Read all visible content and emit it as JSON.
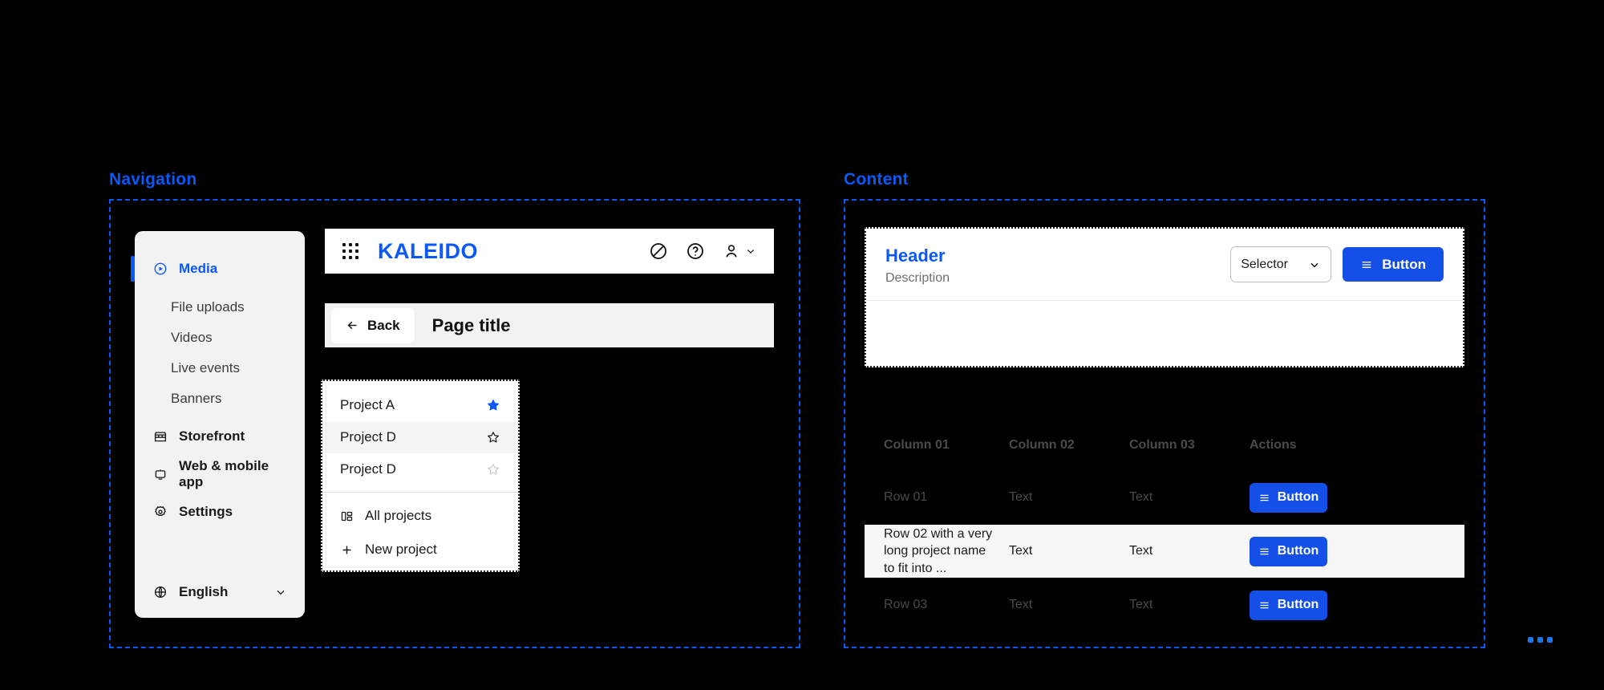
{
  "theme": {
    "background": "#000000",
    "accent_blue": "#0A58F5",
    "button_blue": "#1450E8",
    "panel_grey": "#F2F2F2"
  },
  "regions": [
    {
      "label": "Navigation"
    },
    {
      "label": "Content"
    }
  ],
  "sidebar": {
    "items": [
      {
        "label": "Media",
        "icon": "play-circle-icon",
        "level": "top",
        "active": true
      },
      {
        "label": "File uploads",
        "icon": "",
        "level": "sub",
        "active": false
      },
      {
        "label": "Videos",
        "icon": "",
        "level": "sub",
        "active": false
      },
      {
        "label": "Live events",
        "icon": "",
        "level": "sub",
        "active": false
      },
      {
        "label": "Banners",
        "icon": "",
        "level": "sub",
        "active": false
      },
      {
        "label": "Storefront",
        "icon": "store-icon",
        "level": "top",
        "active": false
      },
      {
        "label": "Web & mobile app",
        "icon": "device-icon",
        "level": "top",
        "active": false
      },
      {
        "label": "Settings",
        "icon": "gear-icon",
        "level": "top",
        "active": false
      }
    ],
    "language": {
      "label": "English",
      "icon": "globe-icon",
      "chevron": "chevron-down-icon"
    }
  },
  "topbar": {
    "apps_icon": "grid-apps-icon",
    "brand": "KALEIDO",
    "icons": [
      "no-entry-icon",
      "help-circle-icon",
      "user-icon",
      "chevron-down-icon"
    ]
  },
  "pagebar": {
    "back_label": "Back",
    "back_icon": "arrow-left-icon",
    "title": "Page title"
  },
  "project_menu": {
    "projects": [
      {
        "label": "Project A",
        "star": "star-filled-icon",
        "highlighted": false
      },
      {
        "label": "Project D",
        "star": "star-outline-icon",
        "highlighted": true
      },
      {
        "label": "Project D",
        "star": "star-muted-icon",
        "highlighted": false
      }
    ],
    "actions": [
      {
        "label": "All projects",
        "icon": "layout-icon"
      },
      {
        "label": "New project",
        "icon": "plus-icon"
      }
    ]
  },
  "content_card": {
    "header": "Header",
    "description": "Description",
    "selector": {
      "value": "Selector",
      "chevron": "chevron-down-icon"
    },
    "button": {
      "label": "Button",
      "icon": "menu-lines-icon"
    }
  },
  "table": {
    "columns": [
      "Column 01",
      "Column 02",
      "Column 03",
      "Actions"
    ],
    "rows": [
      {
        "c1": "Row 01",
        "c2": "Text",
        "c3": "Text",
        "action": "Button",
        "action_icon": "menu-lines-icon",
        "highlighted": false
      },
      {
        "c1": "Row 02 with a very long project name to fit into ...",
        "c2": "Text",
        "c3": "Text",
        "action": "Button",
        "action_icon": "menu-lines-icon",
        "highlighted": true
      },
      {
        "c1": "Row 03",
        "c2": "Text",
        "c3": "Text",
        "action": "Button",
        "action_icon": "menu-lines-icon",
        "highlighted": false
      }
    ]
  },
  "overflow": {
    "icon": "more-dots-icon"
  }
}
